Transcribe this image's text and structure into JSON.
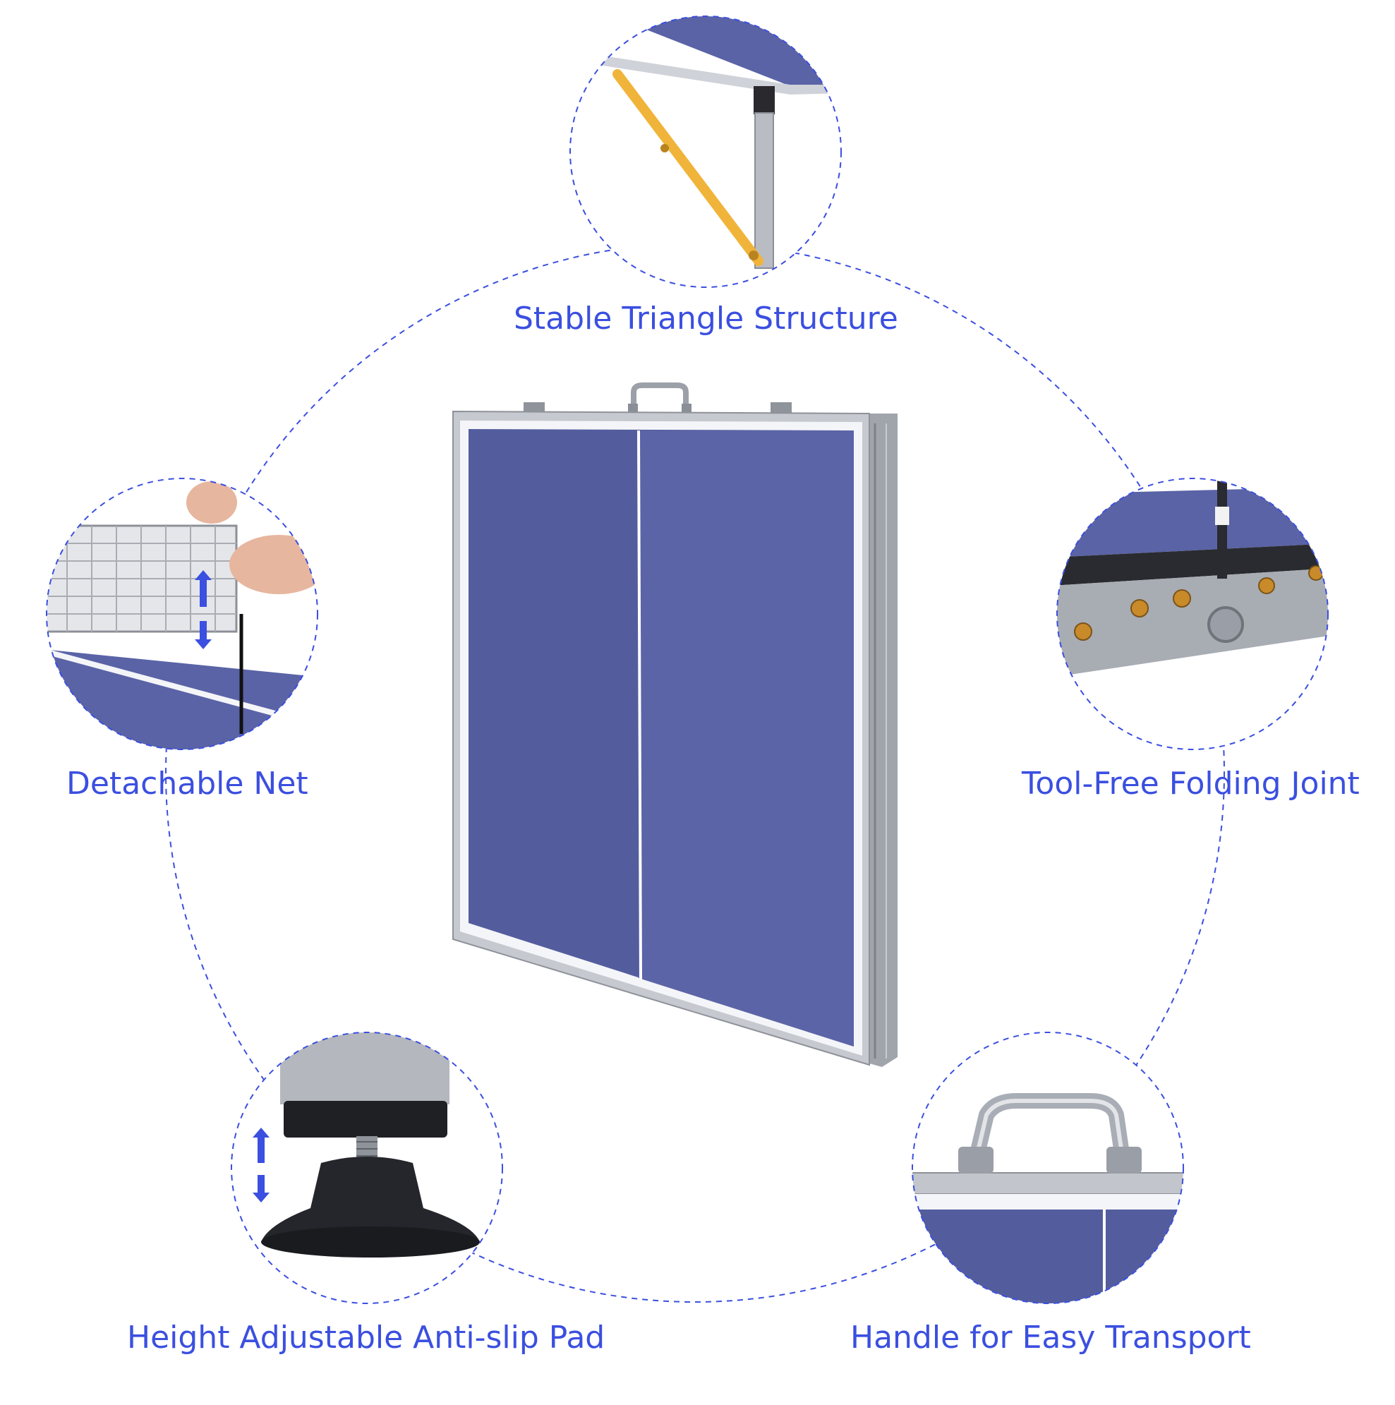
{
  "colors": {
    "accent": "#3b4fe0",
    "table_blue": "#535d9e",
    "table_blue_light": "#5f68a8",
    "frame_silver": "#b8bcc4",
    "brace_yellow": "#f0b43a"
  },
  "features": [
    {
      "id": "stable-triangle-structure",
      "label": "Stable Triangle Structure",
      "icon": "table-leg-brace-closeup"
    },
    {
      "id": "detachable-net",
      "label": "Detachable Net",
      "icon": "net-with-hands-closeup"
    },
    {
      "id": "tool-free-folding-joint",
      "label": "Tool-Free Folding Joint",
      "icon": "folding-hinge-closeup"
    },
    {
      "id": "height-adjustable-anti-slip-pad",
      "label": "Height Adjustable Anti-slip Pad",
      "icon": "leveling-foot-closeup"
    },
    {
      "id": "handle-for-easy-transport",
      "label": "Handle for Easy Transport",
      "icon": "carry-handle-closeup"
    }
  ]
}
